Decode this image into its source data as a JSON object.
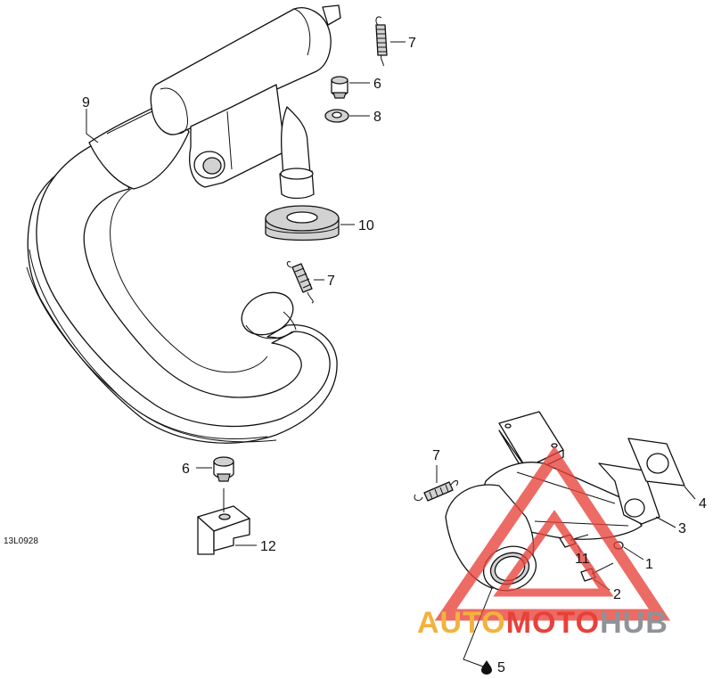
{
  "figure_ref": "13L0928",
  "callouts": {
    "c1": "1",
    "c2": "2",
    "c3": "3",
    "c4": "4",
    "c5": "5",
    "c6a": "6",
    "c6b": "6",
    "c7a": "7",
    "c7b": "7",
    "c7c": "7",
    "c8": "8",
    "c9": "9",
    "c10": "10",
    "c11": "11",
    "c12": "12"
  },
  "watermark": {
    "part1": "AUTO",
    "part2": "MOTO",
    "part3": "HUB",
    "colors": {
      "orange": "#f2b23c",
      "red": "#e8413a",
      "gray": "#8f9398"
    }
  }
}
